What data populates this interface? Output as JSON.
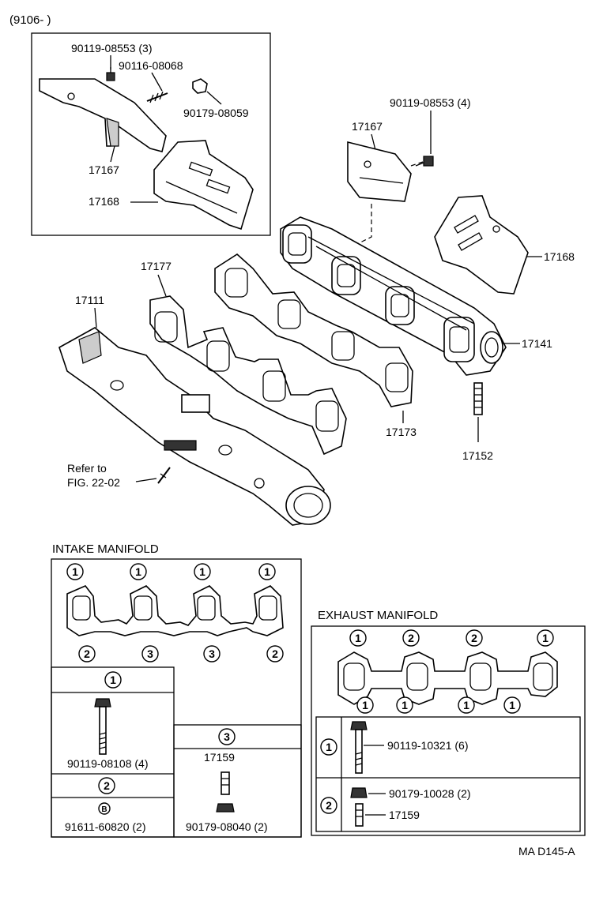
{
  "header_code": "(9106-        )",
  "footer_code": "MA D145-A",
  "inset_labels": {
    "bolt_a": "90119-08553 (3)",
    "stud_a": "90116-08068",
    "nut_a": "90179-08059",
    "bracket": "17167",
    "heat_ins": "17168"
  },
  "main_labels": {
    "bolt_b": "90119-08553 (4)",
    "bracket2": "17167",
    "heat_ins2": "17168",
    "gasket_intake": "17177",
    "intake_manifold": "17111",
    "exhaust_manifold": "17141",
    "gasket_exhaust": "17173",
    "stud": "17152",
    "refer_line1": "Refer to",
    "refer_line2": "FIG. 22-02"
  },
  "intake": {
    "title": "INTAKE MANIFOLD",
    "top_marks": [
      "1",
      "1",
      "1",
      "1"
    ],
    "bottom_marks": [
      "2",
      "3",
      "3",
      "2"
    ],
    "key1": "1",
    "key2": "2",
    "key3": "3",
    "bolt_part": "90119-08108 (4)",
    "key2_symbol": "B",
    "key2_part": "91611-60820 (2)",
    "key3_stud": "17159",
    "key3_nut": "90179-08040 (2)"
  },
  "exhaust": {
    "title": "EXHAUST MANIFOLD",
    "top_marks": [
      "1",
      "2",
      "2",
      "1"
    ],
    "bottom_marks": [
      "1",
      "1",
      "1",
      "1"
    ],
    "key1": "1",
    "key2": "2",
    "bolt_part": "90119-10321 (6)",
    "nut_part": "90179-10028 (2)",
    "stud_part": "17159"
  }
}
